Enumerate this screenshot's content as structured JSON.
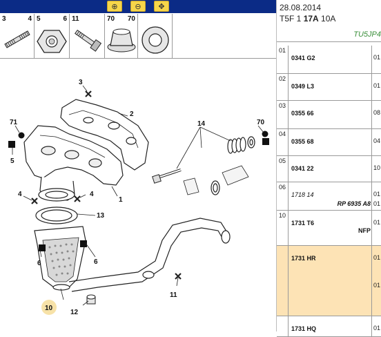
{
  "toolbar": {
    "buttons": [
      {
        "name": "zoom-in-button",
        "icon": "zoom-in-icon",
        "glyph": "⊕"
      },
      {
        "name": "zoom-out-button",
        "icon": "zoom-out-icon",
        "glyph": "⊖"
      },
      {
        "name": "pan-button",
        "icon": "move-icon",
        "glyph": "✥"
      }
    ]
  },
  "parts_strip": [
    {
      "left": "3",
      "right": "4"
    },
    {
      "left": "5",
      "right": "6"
    },
    {
      "left": "11",
      "right": ""
    },
    {
      "left": "70",
      "right": ""
    },
    {
      "left": "",
      "right": ""
    }
  ],
  "strip_labels": {
    "c3r": "70"
  },
  "diagram": {
    "callouts": [
      "3",
      "2",
      "71",
      "14",
      "70",
      "5",
      "4",
      "4",
      "1",
      "13",
      "6",
      "6",
      "10",
      "12",
      "11"
    ]
  },
  "header": {
    "date": "28.08.2014",
    "code_a": "T5F 1",
    "code_b": "17A",
    "code_c": "10A",
    "engine": "TU5JP4"
  },
  "rows": [
    {
      "idx": "01",
      "ref": "0341 G2",
      "side": [
        "01"
      ],
      "extra": "",
      "italic": false,
      "hl": false
    },
    {
      "idx": "02",
      "ref": "0349 L3",
      "side": [
        "01"
      ],
      "extra": "",
      "italic": false,
      "hl": false
    },
    {
      "idx": "03",
      "ref": "0355 66",
      "side": [
        "08"
      ],
      "extra": "",
      "italic": false,
      "hl": false
    },
    {
      "idx": "04",
      "ref": "0355 68",
      "side": [
        "04"
      ],
      "extra": "",
      "italic": false,
      "hl": false
    },
    {
      "idx": "05",
      "ref": "0341 22",
      "side": [
        "10"
      ],
      "extra": "",
      "italic": false,
      "hl": false
    },
    {
      "idx": "06",
      "ref": "1718 14",
      "side": [
        "01",
        "01"
      ],
      "extra": "RP 6935 A8",
      "italic": true,
      "hl": false
    },
    {
      "idx": "10",
      "ref": "1731 T6",
      "side": [
        "01"
      ],
      "extra": "NFP",
      "italic": false,
      "hl": false
    },
    {
      "idx": "",
      "ref": "1731 HR",
      "side": [
        "01",
        "01"
      ],
      "extra": "",
      "italic": false,
      "hl": true
    },
    {
      "idx": "",
      "ref": "1731 HQ",
      "side": [
        "01"
      ],
      "extra": "",
      "italic": false,
      "hl": false
    }
  ]
}
